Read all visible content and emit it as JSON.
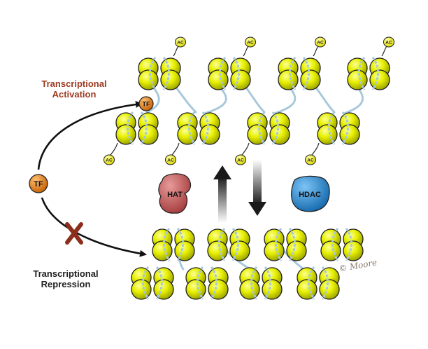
{
  "labels": {
    "activation": [
      "Transcriptional",
      "Activation"
    ],
    "repression": [
      "Transcriptional",
      "Repression"
    ],
    "tf": "TF",
    "ac": "AC",
    "hat": "HAT",
    "hdac": "HDAC",
    "signature": "© Moore"
  },
  "colors": {
    "nucleosome": "#e8f000",
    "dna": "#a7c8dc",
    "tf": "#e88416",
    "hat": "#c85a5a",
    "hdac": "#2c8bd6",
    "block": "#8c2e1c",
    "activation_text": "#9c3b22"
  },
  "activated_upper": 4,
  "activated_lower": 4,
  "repressed_upper": 4,
  "repressed_lower": 4
}
